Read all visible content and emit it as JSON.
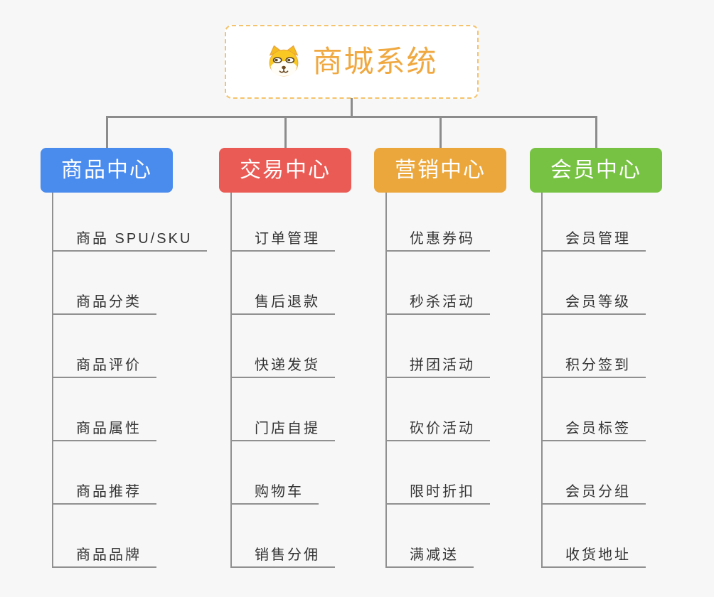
{
  "page": {
    "background_color": "#f7f7f7",
    "connector_color": "#8c8c8c"
  },
  "root": {
    "title": "商城系统",
    "icon": "dog-icon",
    "text_color": "#F0A840",
    "border_color": "#F5C36B"
  },
  "branches": [
    {
      "label": "商品中心",
      "color": "#4A8BEE",
      "items": [
        "商品 SPU/SKU",
        "商品分类",
        "商品评价",
        "商品属性",
        "商品推荐",
        "商品品牌"
      ]
    },
    {
      "label": "交易中心",
      "color": "#EA5B55",
      "items": [
        "订单管理",
        "售后退款",
        "快递发货",
        "门店自提",
        "购物车",
        "销售分佣"
      ]
    },
    {
      "label": "营销中心",
      "color": "#EBA73C",
      "items": [
        "优惠券码",
        "秒杀活动",
        "拼团活动",
        "砍价活动",
        "限时折扣",
        "满减送"
      ]
    },
    {
      "label": "会员中心",
      "color": "#77C243",
      "items": [
        "会员管理",
        "会员等级",
        "积分签到",
        "会员标签",
        "会员分组",
        "收货地址"
      ]
    }
  ]
}
